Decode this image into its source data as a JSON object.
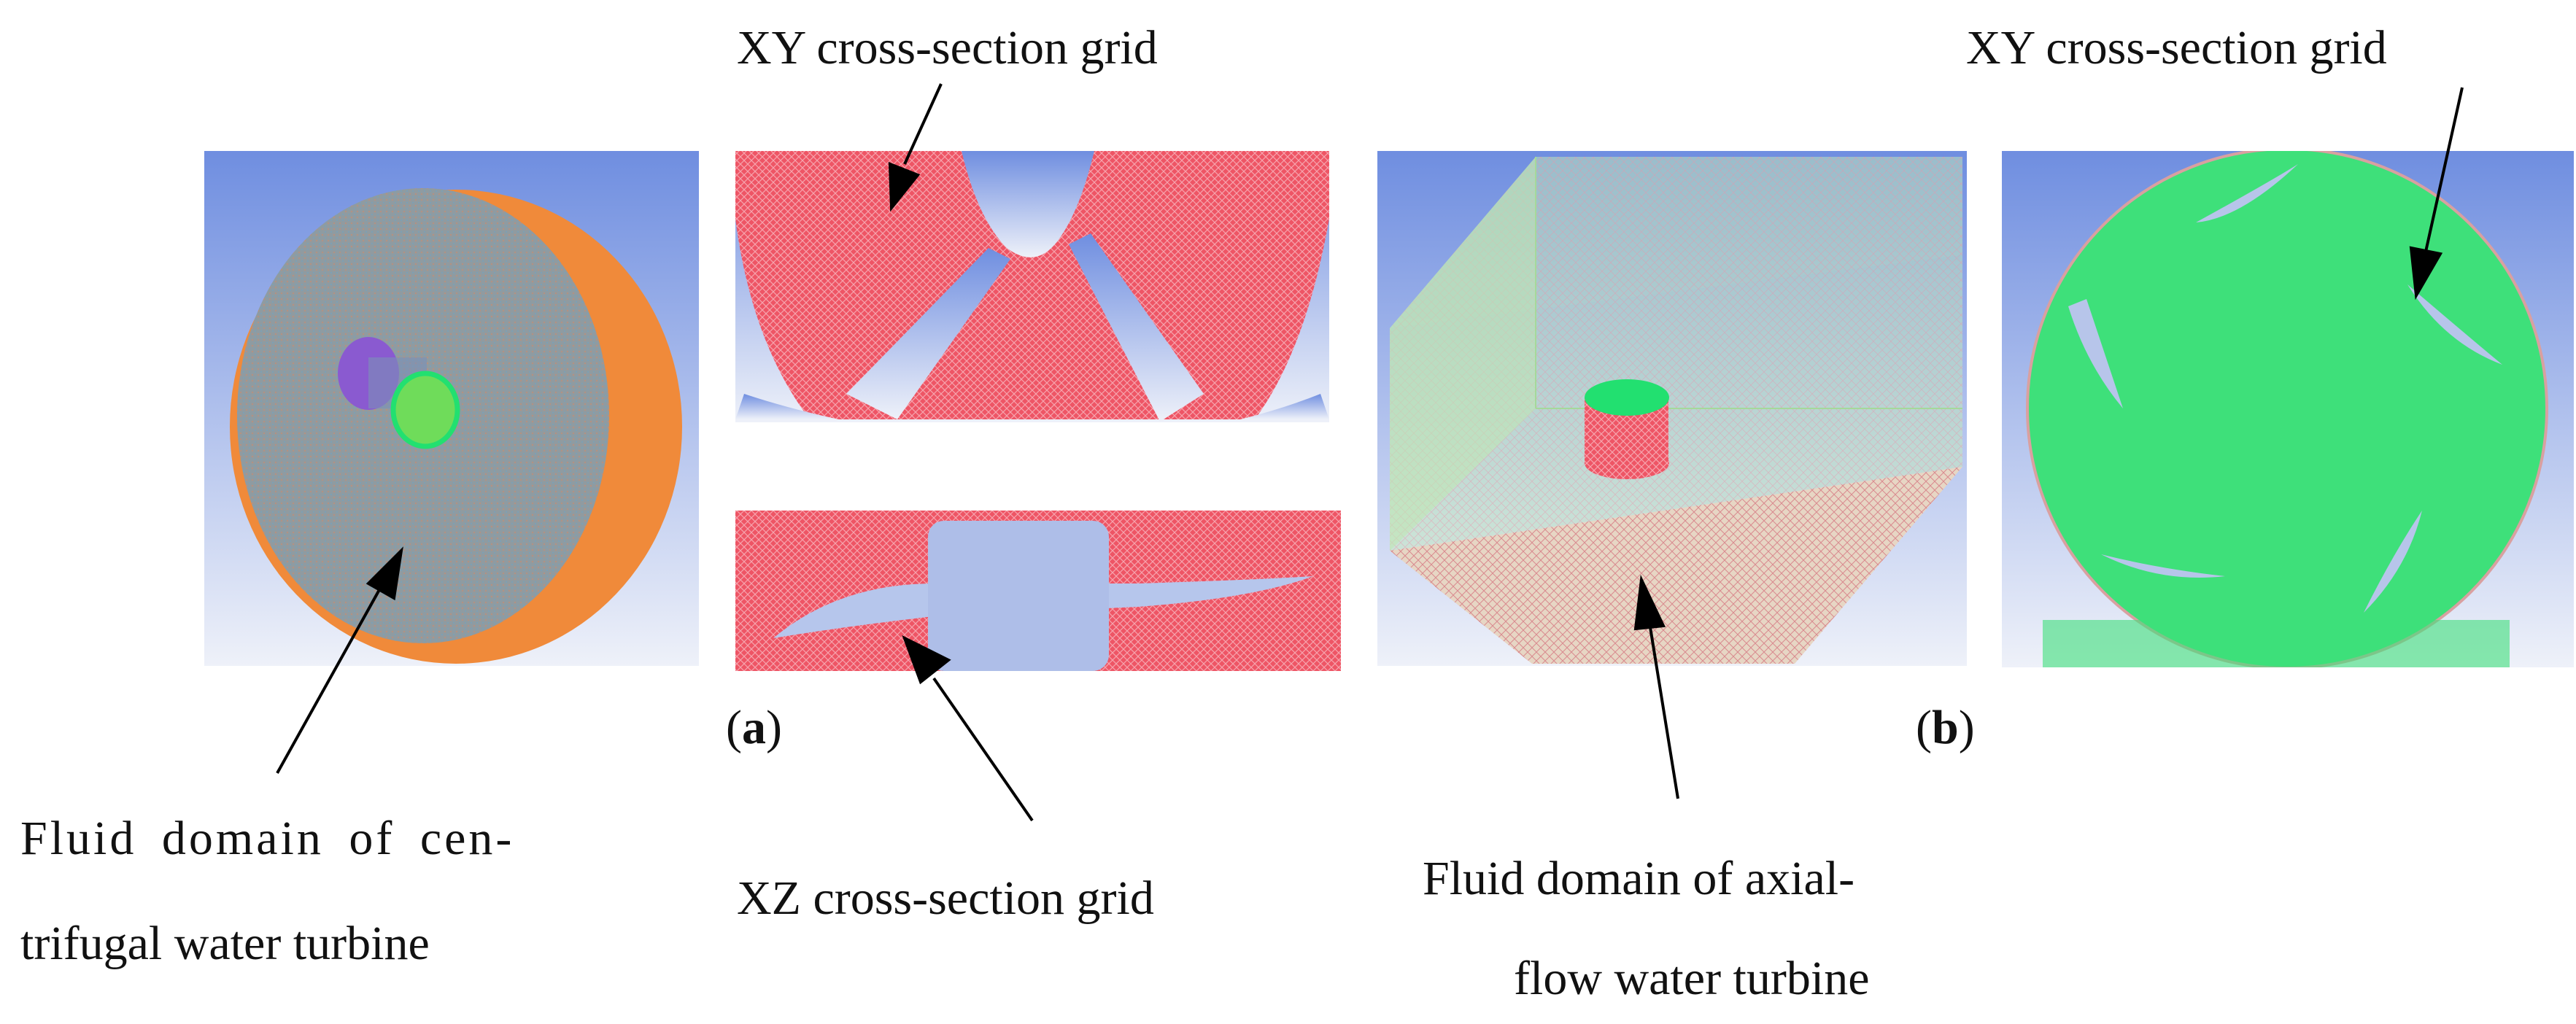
{
  "labels": {
    "xy_grid_a": "XY cross-section grid",
    "xy_grid_b": "XY cross-section grid",
    "xz_grid": "XZ cross-section grid",
    "centrifugal_line1": "Fluid domain of cen-",
    "centrifugal_line2": "trifugal water turbine",
    "axial_line1": "Fluid domain of axial-",
    "axial_line2": "flow water turbine"
  },
  "panels": {
    "a": {
      "open": "(",
      "letter": "a",
      "close": ")"
    },
    "b": {
      "open": "(",
      "letter": "b",
      "close": ")"
    }
  },
  "colors": {
    "background_top": "#6f8ee0",
    "background_bottom": "#e9edf8",
    "mesh_red": "#e8505f",
    "mesh_green": "#3ee07a",
    "disk_gray": "#8e9aa0",
    "rim_orange": "#f08a3a",
    "hub_purple": "#8a5ad0"
  }
}
